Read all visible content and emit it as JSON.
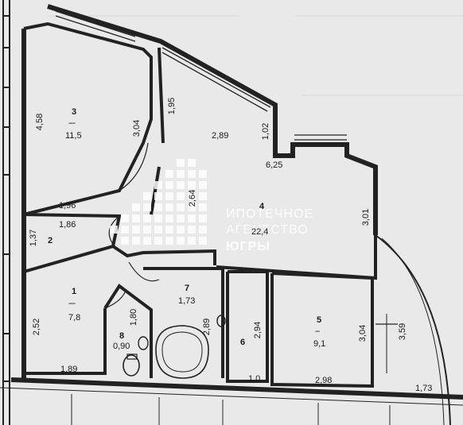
{
  "rooms": [
    {
      "number": "3",
      "area": "11,5",
      "dash": "---"
    },
    {
      "number": "4",
      "area": "22,4"
    },
    {
      "number": "2"
    },
    {
      "number": "1",
      "area": "7,8",
      "dash": "---"
    },
    {
      "number": "7",
      "area": "1,73"
    },
    {
      "number": "8",
      "area": "0,90"
    },
    {
      "number": "6"
    },
    {
      "number": "5",
      "area": "9,1",
      "dash": "--"
    }
  ],
  "dimensions": [
    "4,58",
    "3,04",
    "1,95",
    "2,89",
    "1,02",
    "6,25",
    "2,64",
    "3,01",
    "1,96",
    "1,86",
    "1,37",
    "2,52",
    "1,89",
    "1,80",
    "2,89",
    "2,94",
    "1,0",
    "2,98",
    "3,04",
    "3,59",
    "1,73"
  ],
  "watermark": {
    "line1": "ИПОТЕЧНОЕ",
    "line2": "АГЕНТСТВО",
    "line3": "ЮГРЫ",
    "color": "#ffffff"
  },
  "colors": {
    "paper": "#e9e9e9",
    "wall": "#222222"
  }
}
